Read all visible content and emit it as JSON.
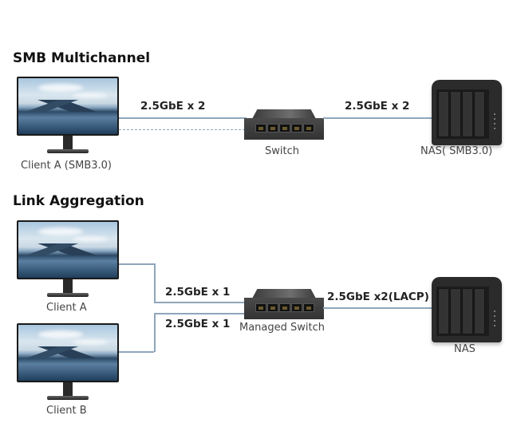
{
  "sections": {
    "smb": {
      "title": "SMB Multichannel",
      "client_label": "Client A (SMB3.0)",
      "switch_label": "Switch",
      "nas_label": "NAS( SMB3.0)",
      "link_client_switch": "2.5GbE x 2",
      "link_switch_nas": "2.5GbE x 2"
    },
    "lag": {
      "title": "Link Aggregation",
      "client_a_label": "Client A",
      "client_b_label": "Client B",
      "switch_label": "Managed Switch",
      "nas_label": "NAS",
      "link_client_a": "2.5GbE x 1",
      "link_client_b": "2.5GbE x 1",
      "link_switch_nas": "2.5GbE x2(LACP)"
    }
  },
  "colors": {
    "connection_line": "#8fa6bb"
  }
}
